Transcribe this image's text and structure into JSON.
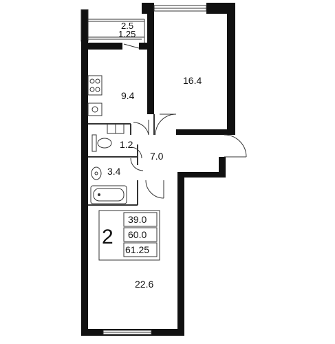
{
  "colors": {
    "wall": "#111111",
    "line": "#333333",
    "paper": "#ffffff"
  },
  "rooms": {
    "balcony_area_a": "2.5",
    "balcony_area_b": "1.25",
    "kitchen": "9.4",
    "bedroom": "16.4",
    "wc": "1.2",
    "hall": "7.0",
    "bathroom": "3.4",
    "living_room": "22.6"
  },
  "summary": {
    "rooms_count": "2",
    "living_area": "39.0",
    "total_area": "60.0",
    "total_area_with_balcony": "61.25"
  }
}
